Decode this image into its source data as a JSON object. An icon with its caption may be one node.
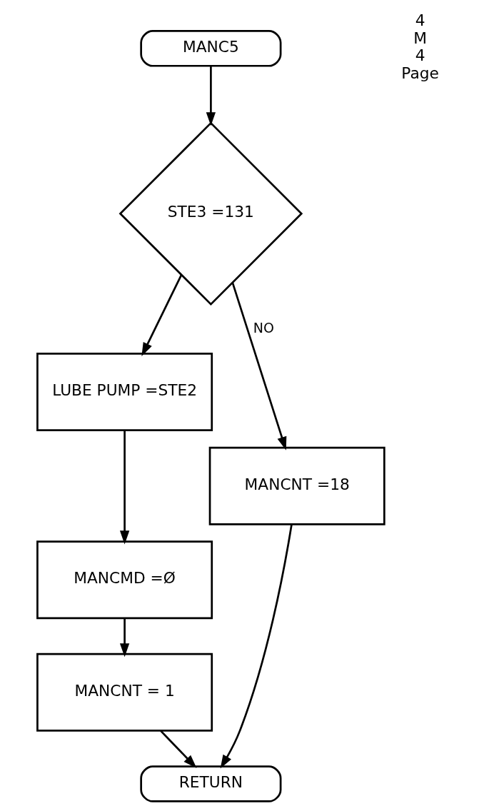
{
  "diagram": {
    "nodes": [
      {
        "text": [
          "MANC5"
        ]
      },
      {
        "text": [
          "STE3 =131"
        ]
      },
      {
        "text": [
          "LUBE PUMP =STE2"
        ]
      },
      {
        "text": [
          "MANCMD =Ø"
        ]
      },
      {
        "text": [
          "MANCNT = 1"
        ]
      },
      {
        "text": [
          "MANCNT =18"
        ]
      },
      {
        "text": [
          "RETURN"
        ]
      }
    ],
    "edges": [
      {
        "from": 0,
        "to": 1,
        "arrow": "to"
      },
      {
        "from": 1,
        "to": 5,
        "arrow": "to",
        "label": "NO"
      },
      {
        "from": 1,
        "to": 2,
        "arrow": "to"
      },
      {
        "from": 2,
        "to": 3,
        "arrow": "to"
      },
      {
        "from": 3,
        "to": 4,
        "arrow": "to"
      },
      {
        "from": 4,
        "to": 6,
        "arrow": "to"
      },
      {
        "from": 5,
        "to": 6,
        "arrow": "to"
      }
    ],
    "labels": [
      "4",
      "M",
      "4",
      "Page"
    ]
  }
}
